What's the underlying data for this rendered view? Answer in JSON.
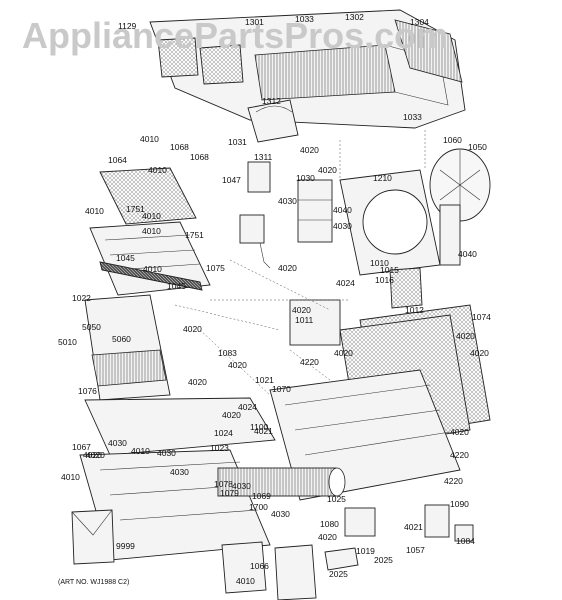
{
  "watermark": "AppliancePartsPros.com",
  "art_number": "(ART NO. WJ1988 C2)",
  "colors": {
    "line": "#222222",
    "watermark": "#c9c9c9",
    "background": "#ffffff"
  },
  "part_labels": [
    "1129",
    "1301",
    "1033",
    "1302",
    "1304",
    "1312",
    "1033",
    "1031",
    "1311",
    "4010",
    "1068",
    "1068",
    "4010",
    "1064",
    "1060",
    "1050",
    "4020",
    "1047",
    "4020",
    "1030",
    "1210",
    "4030",
    "4040",
    "4030",
    "4010",
    "1751",
    "4010",
    "4010",
    "1751",
    "1045",
    "4010",
    "1075",
    "4020",
    "1010",
    "4040",
    "1045",
    "1015",
    "1016",
    "4024",
    "1022",
    "4020",
    "1011",
    "1012",
    "1074",
    "5050",
    "4020",
    "5060",
    "4020",
    "4020",
    "5010",
    "1083",
    "4220",
    "4020",
    "4020",
    "4020",
    "1021",
    "1070",
    "1076",
    "4024",
    "4020",
    "1100",
    "4021",
    "1024",
    "4030",
    "4020",
    "1023",
    "4020",
    "1067",
    "4020",
    "4010",
    "4030",
    "4220",
    "4010",
    "4030",
    "1025",
    "4220",
    "1078",
    "4030",
    "1079",
    "1069",
    "1090",
    "1700",
    "4030",
    "1080",
    "4020",
    "4021",
    "9999",
    "1019",
    "2025",
    "1057",
    "1084",
    "2025",
    "1066",
    "4010"
  ]
}
